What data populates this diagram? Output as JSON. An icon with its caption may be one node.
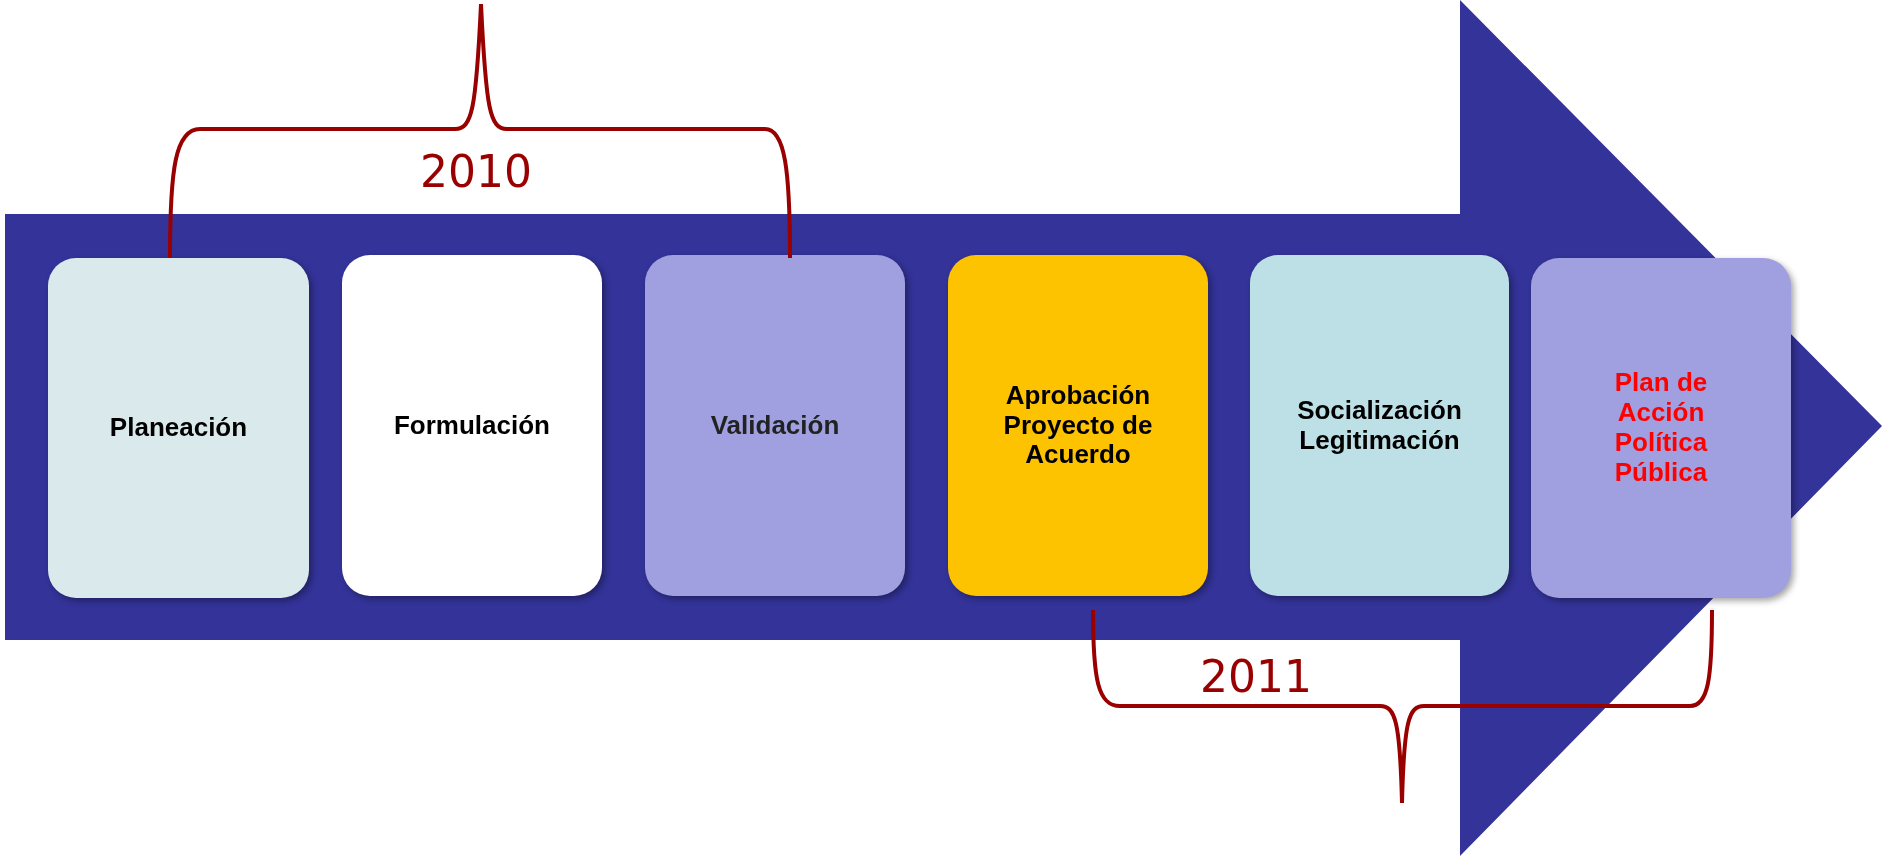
{
  "diagram": {
    "nodes": [
      {
        "text": [],
        "shape": "arrow"
      },
      {
        "text": [
          "Planeación"
        ],
        "in": 0
      },
      {
        "text": [
          "Formulación"
        ],
        "in": 0
      },
      {
        "text": [
          "Validación"
        ],
        "in": 0
      },
      {
        "text": [
          "Aprobación Proyecto de Acuerdo"
        ],
        "in": 0
      },
      {
        "text": [
          "Socialización Legitimación"
        ],
        "in": 0
      },
      {
        "text": [
          "Plan de Acción Política Pública"
        ],
        "in": 0
      }
    ],
    "labels": [
      "2010",
      "2011"
    ]
  }
}
